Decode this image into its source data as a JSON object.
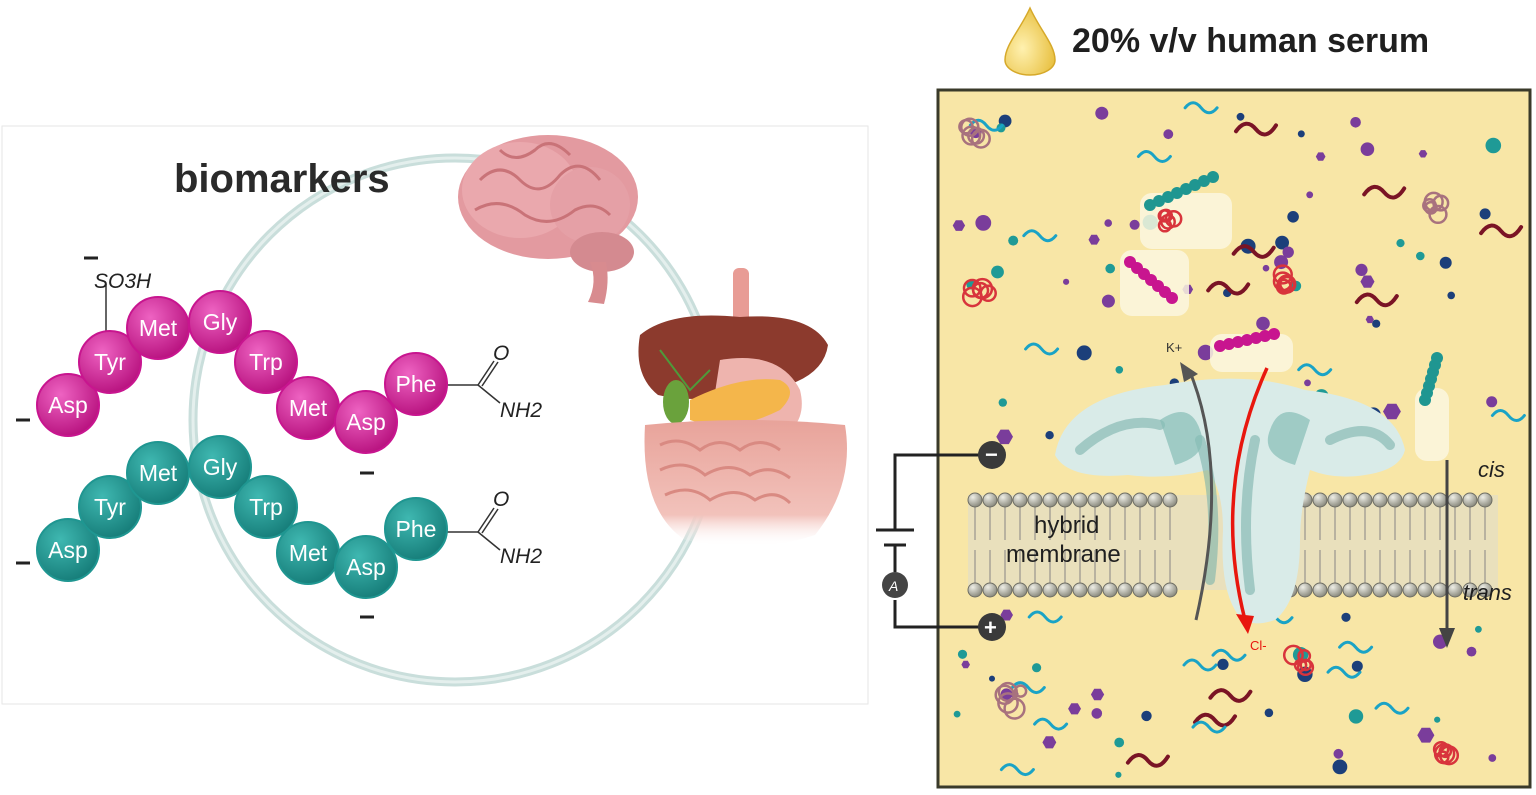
{
  "left_panel": {
    "title": "biomarkers",
    "sulfate_group": "SO3H",
    "peptide_sulfated": {
      "residues": [
        "Asp",
        "Tyr",
        "Met",
        "Gly",
        "Trp",
        "Met",
        "Asp",
        "Phe"
      ],
      "color": "#c8158f"
    },
    "peptide_plain": {
      "residues": [
        "Asp",
        "Tyr",
        "Met",
        "Gly",
        "Trp",
        "Met",
        "Asp",
        "Phe"
      ],
      "color": "#1f9691"
    },
    "amide": {
      "oxygen": "O",
      "amine": "NH2"
    },
    "charge": "-"
  },
  "right_panel": {
    "header": "20% v/v human serum",
    "membrane_label_line1": "hybrid",
    "membrane_label_line2": "membrane",
    "ion_up": "K+",
    "ion_down": "Cl-",
    "side_top": "cis",
    "side_bottom": "trans",
    "ammeter": "A",
    "electrode_negative": "−",
    "electrode_positive": "+",
    "colors": {
      "serum_bg": "#f8e6a6",
      "border": "#3a3a2a",
      "pore": "#d9ebe8",
      "ion_up_arrow": "#555555",
      "ion_down_arrow": "#e8170e"
    }
  }
}
